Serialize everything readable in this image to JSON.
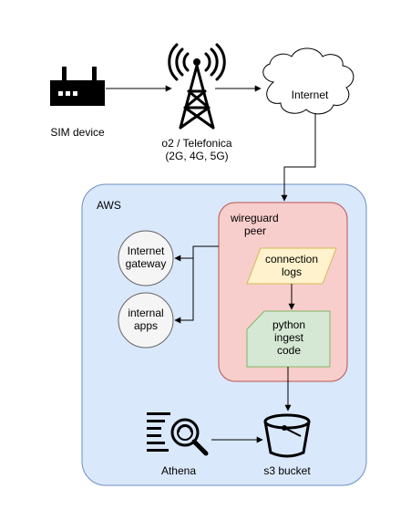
{
  "nodes": {
    "sim_device": {
      "label": "SIM device"
    },
    "tower": {
      "label_line1": "o2 / Telefonica",
      "label_line2": "(2G, 4G, 5G)"
    },
    "internet": {
      "label": "Internet"
    },
    "aws": {
      "label": "AWS"
    },
    "wireguard": {
      "label_line1": "wireguard",
      "label_line2": "peer"
    },
    "connection_logs": {
      "label_line1": "connection",
      "label_line2": "logs"
    },
    "python_code": {
      "label_line1": "python",
      "label_line2": "ingest",
      "label_line3": "code"
    },
    "internet_gateway": {
      "label_line1": "Internet",
      "label_line2": "gateway"
    },
    "internal_apps": {
      "label_line1": "internal",
      "label_line2": "apps"
    },
    "athena": {
      "label": "Athena"
    },
    "s3": {
      "label": "s3 bucket"
    }
  },
  "colors": {
    "aws_fill": "#dae8fc",
    "aws_stroke": "#6c8ebf",
    "wireguard_fill": "#f8cecc",
    "wireguard_stroke": "#b85450",
    "logs_fill": "#fff2cc",
    "logs_stroke": "#d6b656",
    "python_fill": "#d5e8d4",
    "python_stroke": "#82b366",
    "circle_fill": "#f5f5f5",
    "circle_stroke": "#666666"
  }
}
